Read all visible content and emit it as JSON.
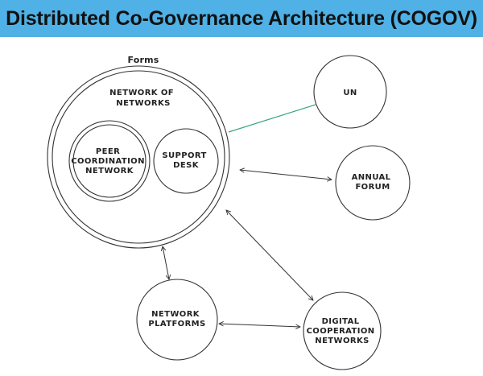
{
  "title": "Distributed Co-Governance Architecture (COGOV)",
  "colors": {
    "banner": "#4fb1e6",
    "title_text": "#111111",
    "line": "#333333",
    "accent_line": "#3aa58a"
  },
  "diagram": {
    "forms_label": "Forms",
    "nodes": {
      "network_of_networks": [
        "NETWORK OF",
        "NETWORKS"
      ],
      "peer_coordination_network": [
        "PEER",
        "COORDINATION",
        "NETWORK"
      ],
      "support_desk": [
        "SUPPORT",
        "DESK"
      ],
      "un": [
        "UN"
      ],
      "annual_forum": [
        "ANNUAL",
        "FORUM"
      ],
      "network_platforms": [
        "NETWORK",
        "PLATFORMS"
      ],
      "digital_cooperation_networks": [
        "DIGITAL",
        "COOPERATION",
        "NETWORKS"
      ]
    }
  }
}
